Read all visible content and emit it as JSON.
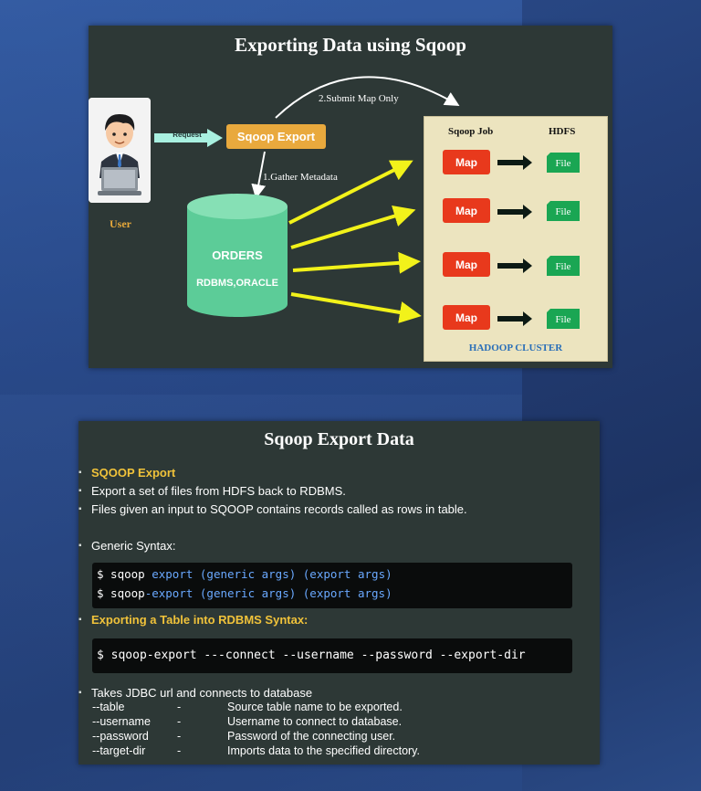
{
  "slide1": {
    "title": "Exporting  Data using Sqoop",
    "user_label": "User",
    "request_label": "Request",
    "sqoop_export_label": "Sqoop Export",
    "submit_label": "2.Submit Map Only",
    "gather_label": "1.Gather Metadata",
    "db_name": "ORDERS",
    "db_sub": "RDBMS,ORACLE",
    "cluster": {
      "col_job": "Sqoop Job",
      "col_hdfs": "HDFS",
      "rows": [
        {
          "map": "Map",
          "file": "File"
        },
        {
          "map": "Map",
          "file": "File"
        },
        {
          "map": "Map",
          "file": "File"
        },
        {
          "map": "Map",
          "file": "File"
        }
      ],
      "footer": "HADOOP CLUSTER"
    },
    "colors": {
      "background": "#2d3836",
      "sqoop_box": "#e9a93d",
      "database": "#5ccc98",
      "cluster": "#ece4bf",
      "map": "#e8391c",
      "file": "#1aa653",
      "arrow": "#f2f21a"
    }
  },
  "slide2": {
    "title": "Sqoop  Export Data",
    "heading": "SQOOP Export",
    "line1": "Export a set of files from HDFS back to RDBMS.",
    "line2": "Files given an input to SQOOP contains records called as rows in table.",
    "generic_syntax": "Generic Syntax:",
    "code1": {
      "l1_prompt": "$ sqoop ",
      "l1_rest": "export (generic args) (export args)",
      "l2_prompt": "$ sqoop",
      "l2_rest": "-export (generic args) (export args)"
    },
    "table_heading": "Exporting a Table into RDBMS Syntax:",
    "code2": "$ sqoop-export ---connect --username --password --export-dir",
    "jdbc_line": "Takes JDBC url and connects to database",
    "options": [
      {
        "flag": "--table",
        "dash": "-",
        "desc": "Source table name to be exported."
      },
      {
        "flag": "--username",
        "dash": "-",
        "desc": "Username to connect to database."
      },
      {
        "flag": "--password",
        "dash": "-",
        "desc": "Password of the connecting user."
      },
      {
        "flag": "--target-dir",
        "dash": "-",
        "desc": "Imports data to the specified directory."
      }
    ]
  }
}
